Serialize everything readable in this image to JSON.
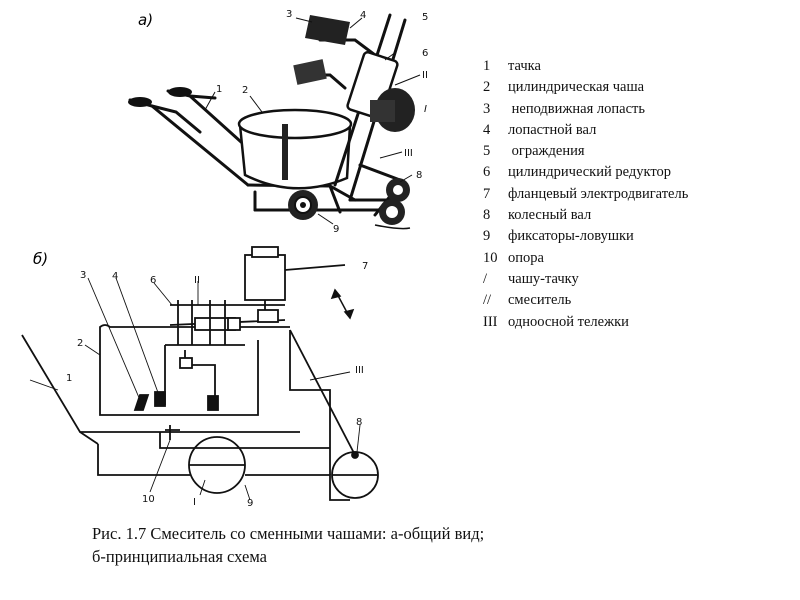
{
  "figure_a": {
    "label": "а)",
    "callouts": [
      "1",
      "2",
      "3",
      "4",
      "5",
      "6",
      "II",
      "I",
      "III",
      "8",
      "9"
    ]
  },
  "figure_b": {
    "label": "б)",
    "callouts": [
      "7",
      "3",
      "4",
      "6",
      "II",
      "2",
      "1",
      "III",
      "8",
      "10",
      "I",
      "9"
    ]
  },
  "legend": [
    {
      "num": "1",
      "text": "тачка"
    },
    {
      "num": "2",
      "text": "цилиндрическая чаша"
    },
    {
      "num": "3",
      "text": " неподвижная лопасть"
    },
    {
      "num": "4",
      "text": "лопастной вал"
    },
    {
      "num": "5",
      "text": " ограждения"
    },
    {
      "num": "6",
      "text": "цилиндрический редуктор"
    },
    {
      "num": "7",
      "text": "фланцевый электродвигатель"
    },
    {
      "num": "8",
      "text": "колесный вал"
    },
    {
      "num": "9",
      "text": "фиксаторы-ловушки"
    },
    {
      "num": "10",
      "text": "опора"
    },
    {
      "num": "/",
      "text": "чашу-тачку"
    },
    {
      "num": "//",
      "text": "смеситель"
    },
    {
      "num": "III",
      "text": "одноосной тележки"
    }
  ],
  "caption": "Рис. 1.7 Смеситель со сменными чашами: а-общий вид; б-принципиальная схема"
}
